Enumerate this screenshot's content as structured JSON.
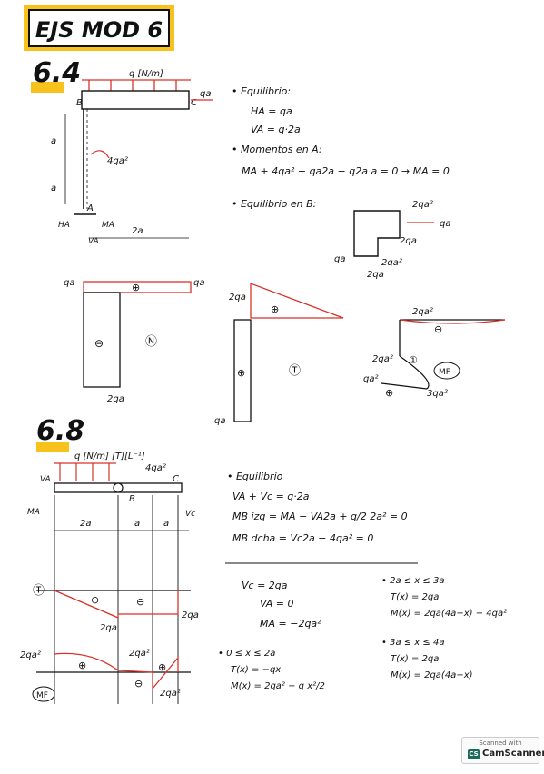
{
  "header_title": "EJS MOD 6",
  "p64": {
    "number": "6.4",
    "load": "q [N/m]",
    "node_b": "B",
    "node_c": "C",
    "node_a": "A",
    "force_c": "qa",
    "dim_a1": "a",
    "dim_a2": "a",
    "dim_2a": "2a",
    "moment": "4qa²",
    "ha": "HA",
    "va": "VA",
    "ma": "MA",
    "equilibrium_title": "• Equilibrio:",
    "eq1": "HA = qa",
    "eq2": "VA = q·2a",
    "moments_title": "• Momentos en A:",
    "eq3": "MA + 4qa² − qa2a − q2a a = 0 → MA = 0",
    "eqb_title": "• Equilibrio en B:",
    "fbd_2qa2": "2qa²",
    "fbd_qa_right": "qa",
    "fbd_2qa_top": "2qa",
    "fbd_qa_left": "qa",
    "fbd_2qa2_b": "2qa²",
    "fbd_2qa_bottom": "2qa",
    "n_qa_left": "qa",
    "n_qa_right": "qa",
    "n_plus": "⊕",
    "n_minus": "⊖",
    "n_label": "Ⓝ",
    "n_2qa": "2qa",
    "t_2qa": "2qa",
    "t_plus": "⊕",
    "t_plus2": "⊕",
    "t_label": "Ⓣ",
    "t_qa": "qa",
    "m_2qa2_top": "2qa²",
    "m_2qa2_left": "2qa²",
    "m_qa2": "qa²",
    "m_3qa2": "3qa²",
    "m_minus": "⊖",
    "m_one": "①",
    "m_plus": "⊕",
    "m_label": "MF"
  },
  "p68": {
    "number": "6.8",
    "load": "q [N/m] [T][L⁻¹]",
    "moment": "4qa²",
    "node_c": "C",
    "node_b": "B",
    "va": "VA",
    "ma": "MA",
    "vc": "Vc",
    "dim_2a": "2a",
    "dim_a1": "a",
    "dim_a2": "a",
    "t_circle": "Ⓣ",
    "t_minus1": "⊖",
    "t_minus2": "⊖",
    "t_2qa1": "2qa",
    "t_2qa2": "2qa",
    "m_circle": "MF",
    "m_2qa2_left": "2qa²",
    "m_2qa2_mid": "2qa²",
    "m_2qa2_bot": "2qa²",
    "m_plus1": "⊕",
    "m_plus2": "⊕",
    "m_minus": "⊖",
    "equilibrium_title": "• Equilibrio",
    "eq1": "VA + Vc = q·2a",
    "eq2": "MB izq = MA − VA2a + q/2 2a² = 0",
    "eq3": "MB dcha = Vc2a − 4qa² = 0",
    "r1": "Vc = 2qa",
    "r2": "VA = 0",
    "r3": "MA = −2qa²",
    "range1": "• 0 ≤ x ≤ 2a",
    "range1_t": "T(x) = −qx",
    "range1_m": "M(x) = 2qa² − q x²/2",
    "range2": "• 2a ≤ x ≤ 3a",
    "range2_t": "T(x) = 2qa",
    "range2_m": "M(x) = 2qa(4a−x) − 4qa²",
    "range3": "• 3a ≤ x ≤ 4a",
    "range3_t": "T(x) = 2qa",
    "range3_m": "M(x) = 2qa(4a−x)"
  },
  "scanner": {
    "line1": "Scanned with",
    "brand": "CamScanner",
    "logo": "CS"
  },
  "colors": {
    "ink": "#1a1a1a",
    "red": "#d8322a",
    "highlight": "#f7c21b"
  }
}
